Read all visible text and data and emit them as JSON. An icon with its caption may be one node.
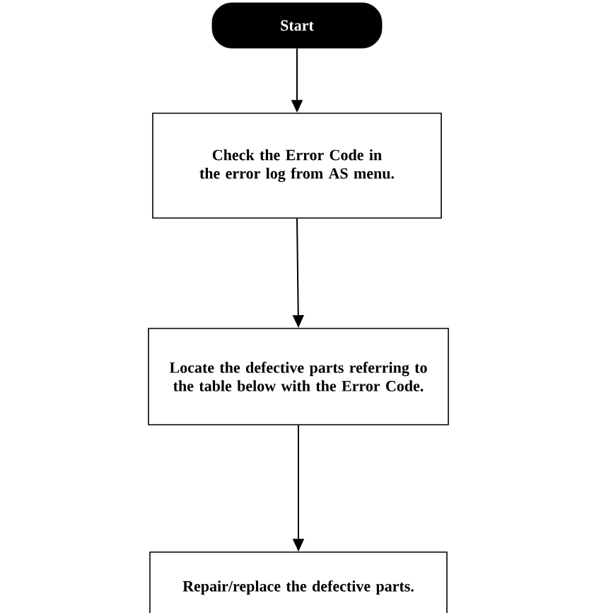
{
  "diagram": {
    "nodes": [
      {
        "text": [
          "Start"
        ]
      },
      {
        "text": [
          "Check the Error Code in the error log from AS menu."
        ]
      },
      {
        "text": [
          "Locate the defective parts referring to the table below with the Error Code."
        ]
      },
      {
        "text": [
          "Repair/replace the defective parts."
        ]
      }
    ],
    "edges": [
      {
        "from": 0,
        "to": 1,
        "arrow": "to"
      },
      {
        "from": 1,
        "to": 2,
        "arrow": "to"
      },
      {
        "from": 2,
        "to": 3,
        "arrow": "to"
      }
    ]
  }
}
